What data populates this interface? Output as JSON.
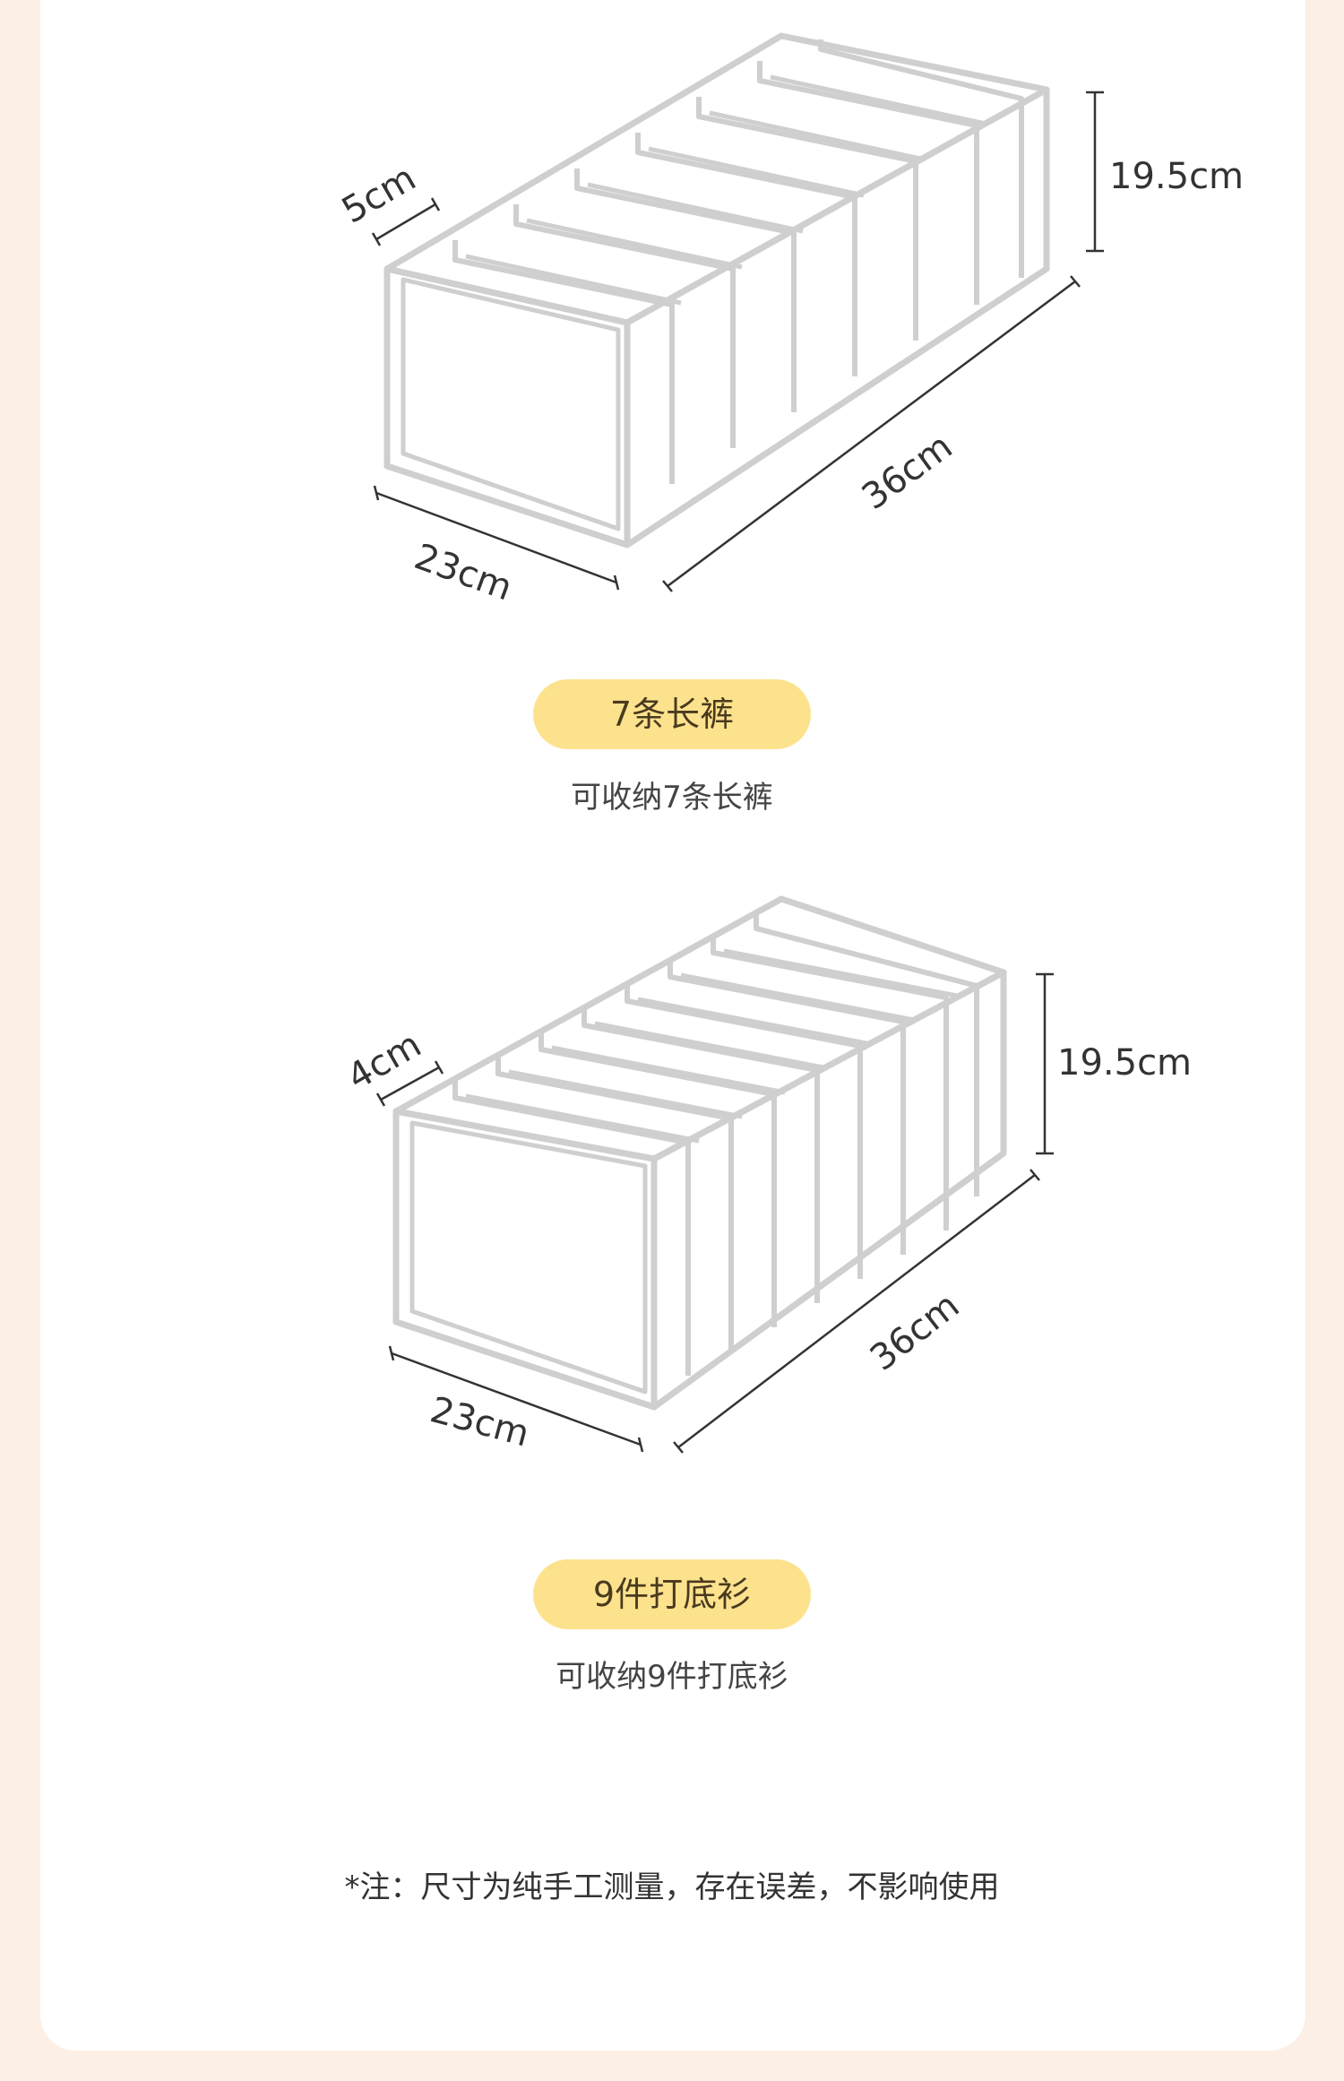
{
  "products": [
    {
      "dimensions": {
        "depth": "5cm",
        "height": "19.5cm",
        "width": "23cm",
        "length": "36cm"
      },
      "badge": "7条长裤",
      "caption": "可收纳7条长裤"
    },
    {
      "dimensions": {
        "depth": "4cm",
        "height": "19.5cm",
        "width": "23cm",
        "length": "36cm"
      },
      "badge": "9件打底衫",
      "caption": "可收纳9件打底衫"
    }
  ],
  "note": "*注：尺寸为纯手工测量，存在误差，不影响使用",
  "colors": {
    "background": "#fcefe6",
    "card": "#ffffff",
    "badge": "#fde28e",
    "outline": "#c9c9c9"
  }
}
